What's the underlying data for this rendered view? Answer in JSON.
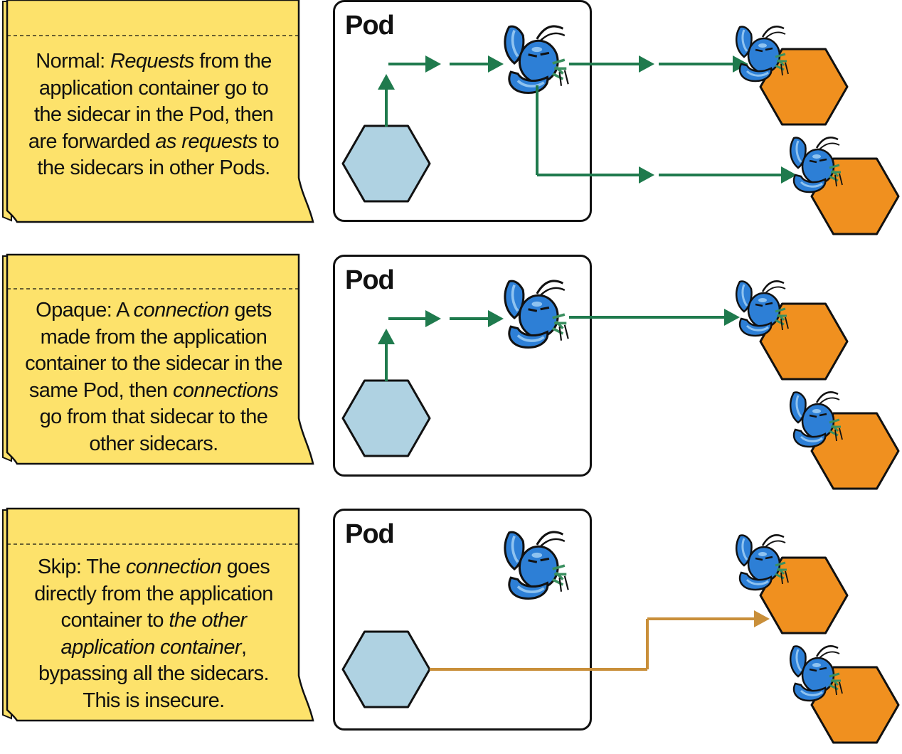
{
  "panels": [
    {
      "mode": "Normal",
      "note_lines": [
        [
          {
            "t": "Normal: "
          },
          {
            "t": "Requests",
            "i": true
          },
          {
            "t": " from the"
          }
        ],
        [
          {
            "t": "application container go to"
          }
        ],
        [
          {
            "t": "the sidecar in the Pod, then"
          }
        ],
        [
          {
            "t": "are forwarded "
          },
          {
            "t": "as requests",
            "i": true
          },
          {
            "t": " to"
          }
        ],
        [
          {
            "t": "the sidecars in other Pods."
          }
        ]
      ],
      "pod_label": "Pod",
      "arrow_color": "#1f7a4d",
      "path": "sidecar-to-both-sidecars"
    },
    {
      "mode": "Opaque",
      "note_lines": [
        [
          {
            "t": "Opaque: A "
          },
          {
            "t": "connection",
            "i": true
          },
          {
            "t": " gets"
          }
        ],
        [
          {
            "t": "made from the application"
          }
        ],
        [
          {
            "t": "container to the sidecar in the"
          }
        ],
        [
          {
            "t": "same Pod, then "
          },
          {
            "t": "connections",
            "i": true
          }
        ],
        [
          {
            "t": "go from that sidecar to the"
          }
        ],
        [
          {
            "t": "other sidecars."
          }
        ]
      ],
      "pod_label": "Pod",
      "arrow_color": "#1f7a4d",
      "path": "sidecar-to-one-sidecar"
    },
    {
      "mode": "Skip",
      "note_lines": [
        [
          {
            "t": "Skip: The "
          },
          {
            "t": "connection",
            "i": true
          },
          {
            "t": " goes"
          }
        ],
        [
          {
            "t": "directly from the application"
          }
        ],
        [
          {
            "t": "container to "
          },
          {
            "t": "the other",
            "i": true
          }
        ],
        [
          {
            "t": "application container",
            "i": true
          },
          {
            "t": ","
          }
        ],
        [
          {
            "t": "bypassing all the sidecars."
          }
        ],
        [
          {
            "t": "This is insecure."
          }
        ]
      ],
      "pod_label": "Pod",
      "arrow_color": "#c98f3a",
      "path": "app-to-app-direct"
    }
  ],
  "colors": {
    "note_fill": "#fde26b",
    "note_edge": "#111111",
    "app_container": "#afd2e2",
    "remote_container": "#f0901f",
    "lobster": "#2d7fd6",
    "secure_arrow": "#1f7a4d",
    "insecure_arrow": "#c98f3a"
  },
  "icons": {
    "sidecar": "lobster-icon",
    "app_container": "hexagon-icon"
  }
}
